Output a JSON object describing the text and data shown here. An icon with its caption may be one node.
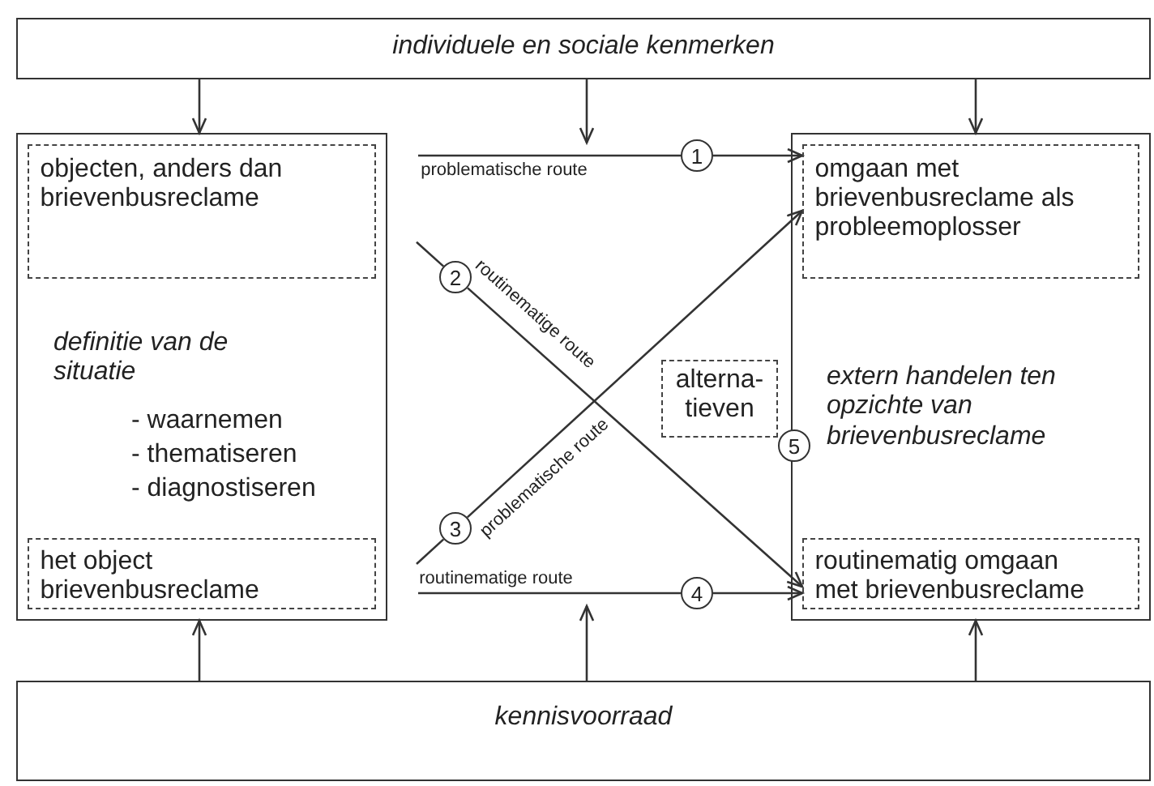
{
  "diagram": {
    "nodes": [
      {
        "text": [
          "individuele en sociale kenmerken"
        ]
      },
      {
        "text": [
          "definitie van de situatie",
          "- waarnemen",
          "- thematiseren",
          "- diagnostiseren"
        ]
      },
      {
        "text": [
          "objecten, anders dan brievenbusreclame"
        ],
        "in": 1
      },
      {
        "text": [
          "het object brievenbusreclame"
        ],
        "in": 1
      },
      {
        "text": [
          "1"
        ]
      },
      {
        "text": [
          "2"
        ]
      },
      {
        "text": [
          "3"
        ]
      },
      {
        "text": [
          "alterna- tieven"
        ]
      },
      {
        "text": [
          "4"
        ]
      },
      {
        "text": [
          "extern handelen ten opzichte van brievenbusreclame"
        ]
      },
      {
        "text": [
          "omgaan met brievenbusreclame als probleemoplosser"
        ],
        "in": 9
      },
      {
        "text": [
          "routinematig omgaan met brievenbusreclame"
        ],
        "in": 9
      },
      {
        "text": [
          "5"
        ]
      },
      {
        "text": [
          "kennisvoorraad"
        ]
      }
    ],
    "edges": [
      {
        "from": 0,
        "to": 1,
        "arrow": "to"
      },
      {
        "from": 0,
        "to": null,
        "arrow": "to"
      },
      {
        "from": 0,
        "to": 9,
        "arrow": "to"
      },
      {
        "from": null,
        "to": 4,
        "arrow": "none",
        "label": "problematische route"
      },
      {
        "from": 4,
        "to": 10,
        "arrow": "to"
      },
      {
        "from": null,
        "to": 5,
        "arrow": "none"
      },
      {
        "from": 5,
        "to": 11,
        "arrow": "to",
        "label": "routinematige route"
      },
      {
        "from": null,
        "to": 6,
        "arrow": "none"
      },
      {
        "from": 6,
        "to": 10,
        "arrow": "to",
        "label": "problematische route"
      },
      {
        "from": null,
        "to": 8,
        "arrow": "none",
        "label": "routinematige route"
      },
      {
        "from": 8,
        "to": 11,
        "arrow": "to"
      },
      {
        "from": 13,
        "to": 1,
        "arrow": "to"
      },
      {
        "from": 13,
        "to": null,
        "arrow": "to"
      },
      {
        "from": 13,
        "to": 9,
        "arrow": "to"
      }
    ]
  }
}
